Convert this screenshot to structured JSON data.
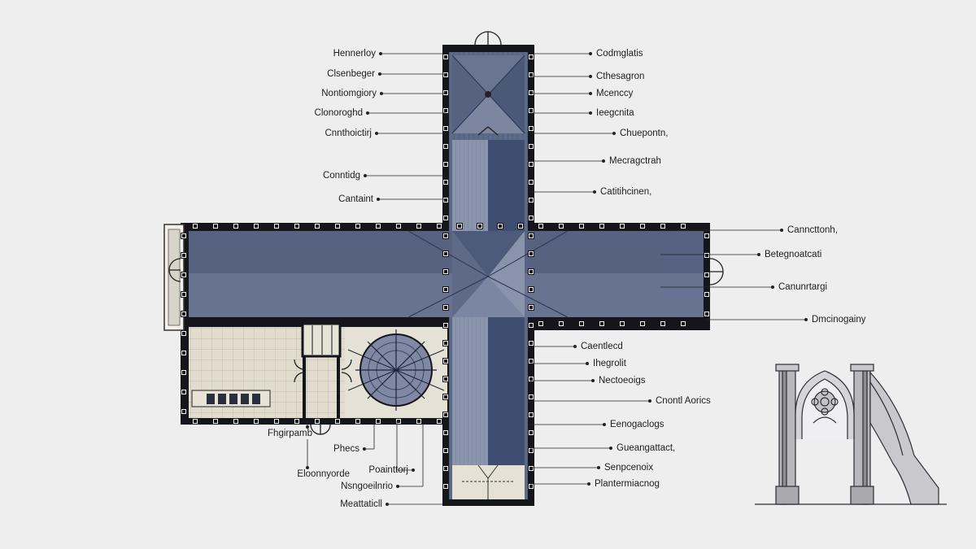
{
  "colors": {
    "background": "#eeeeef",
    "wall": "#15151c",
    "roof_slate": "#5d6a86",
    "roof_light": "#8792aa",
    "roof_dark": "#3d4a6c",
    "floor_tile": "#e2dccf",
    "leader": "#222228"
  },
  "callouts_left": [
    {
      "label": "Hennerloy"
    },
    {
      "label": "Clsenbeger"
    },
    {
      "label": "Nontiomgiory"
    },
    {
      "label": "Clonoroghd"
    },
    {
      "label": "Cnnthoictirj"
    },
    {
      "label": "Conntidg"
    },
    {
      "label": "Cantaint"
    }
  ],
  "callouts_right": [
    {
      "label": "Codmglatis"
    },
    {
      "label": "Cthesagron"
    },
    {
      "label": "Mcenccy"
    },
    {
      "label": "Ieegcnita"
    },
    {
      "label": "Chuepontn,"
    },
    {
      "label": "Mecragctrah"
    },
    {
      "label": "Catitihcinen,"
    },
    {
      "label": "Canncttonh,"
    },
    {
      "label": "Betegnoatcati"
    },
    {
      "label": "Canunrtargi"
    },
    {
      "label": "Dmcinogainy"
    },
    {
      "label": "Caentlecd"
    },
    {
      "label": "Ihegrolit"
    },
    {
      "label": "Nectoeoigs"
    },
    {
      "label": "Cnontl Aorics"
    },
    {
      "label": "Eenogaclogs"
    },
    {
      "label": "Gueangattact,"
    },
    {
      "label": "Senpcenoix"
    },
    {
      "label": "Plantermiacnog"
    }
  ],
  "callouts_bottom": [
    {
      "label": "Fhgirpamb"
    },
    {
      "label": "Phecs"
    },
    {
      "label": "Eloonnyorde"
    },
    {
      "label": "Poainttorj"
    },
    {
      "label": "Nsngoeilnrio"
    },
    {
      "label": "Meattaticll"
    }
  ]
}
